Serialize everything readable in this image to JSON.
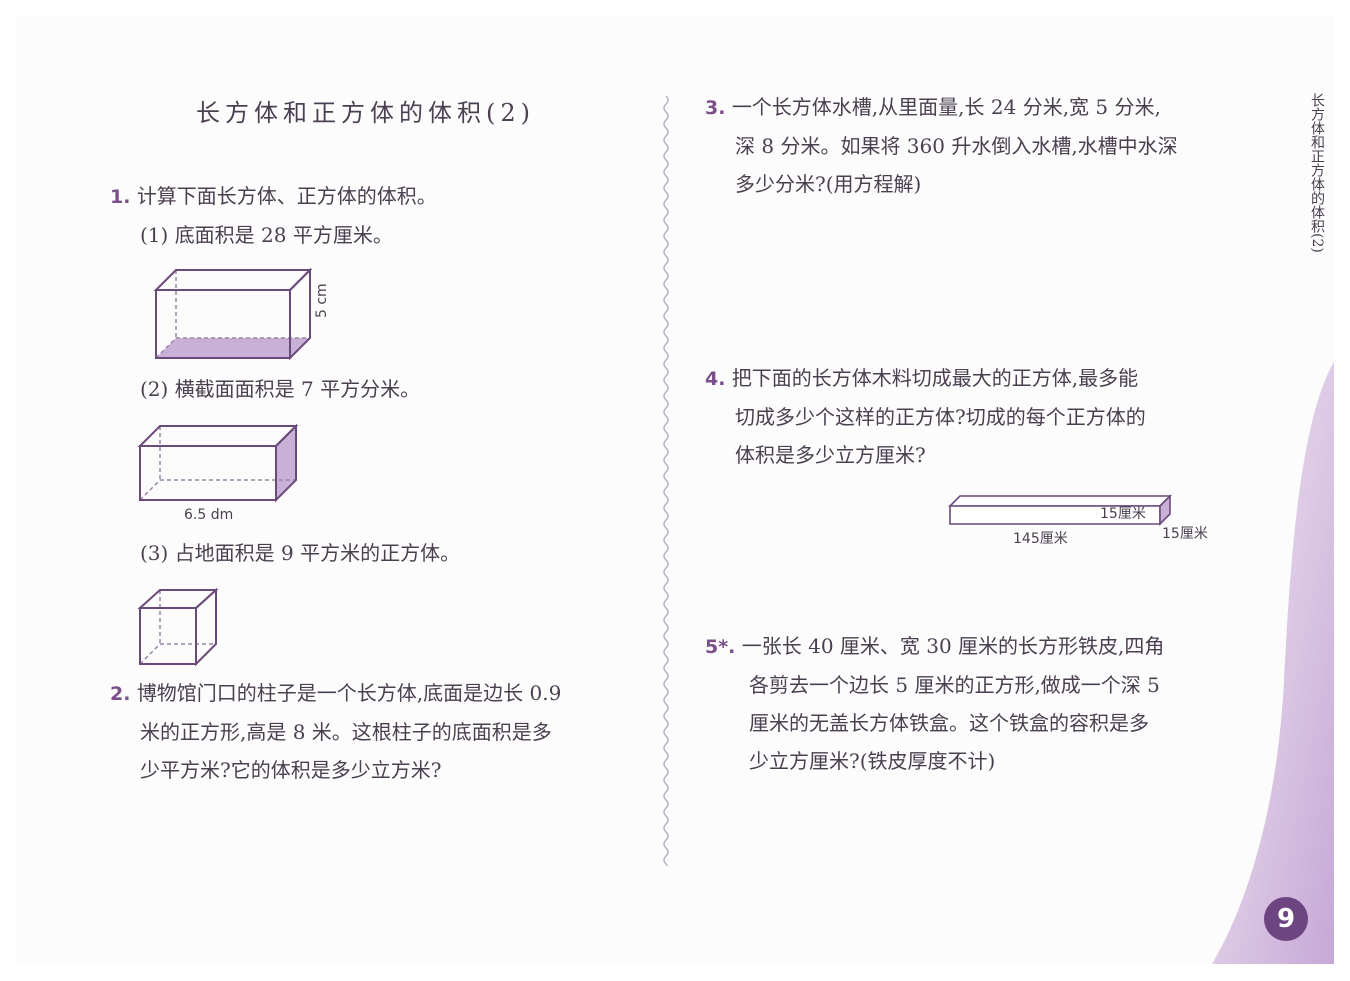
{
  "title": "长方体和正方体的体积(2)",
  "side_title": "长方体和正方体的体积(2)",
  "page_number": "9",
  "q1": {
    "num": "1.",
    "text": "计算下面长方体、正方体的体积。",
    "sub1": "(1) 底面积是 28 平方厘米。",
    "sub1_label": "5 cm",
    "sub2": "(2) 横截面面积是 7 平方分米。",
    "sub2_label": "6.5 dm",
    "sub3": "(3) 占地面积是 9 平方米的正方体。"
  },
  "q2": {
    "num": "2.",
    "lines": [
      "博物馆门口的柱子是一个长方体,底面是边长 0.9",
      "米的正方形,高是 8 米。这根柱子的底面积是多",
      "少平方米?它的体积是多少立方米?"
    ]
  },
  "q3": {
    "num": "3.",
    "lines": [
      "一个长方体水槽,从里面量,长 24 分米,宽 5 分米,",
      "深 8 分米。如果将 360 升水倒入水槽,水槽中水深",
      "多少分米?(用方程解)"
    ]
  },
  "q4": {
    "num": "4.",
    "lines": [
      "把下面的长方体木料切成最大的正方体,最多能",
      "切成多少个这样的正方体?切成的每个正方体的",
      "体积是多少立方厘米?"
    ],
    "label_height": "15厘米",
    "label_length": "145厘米",
    "label_width": "15厘米"
  },
  "q5": {
    "num": "5*.",
    "lines": [
      "一张长 40 厘米、宽 30 厘米的长方形铁皮,四角",
      "各剪去一个边长 5 厘米的正方形,做成一个深 5",
      "厘米的无盖长方体铁盒。这个铁盒的容积是多",
      "少立方厘米?(铁皮厚度不计)"
    ]
  },
  "colors": {
    "accent": "#7a4f8a",
    "shade": "#c9b0d6",
    "badge": "#6d4681"
  }
}
